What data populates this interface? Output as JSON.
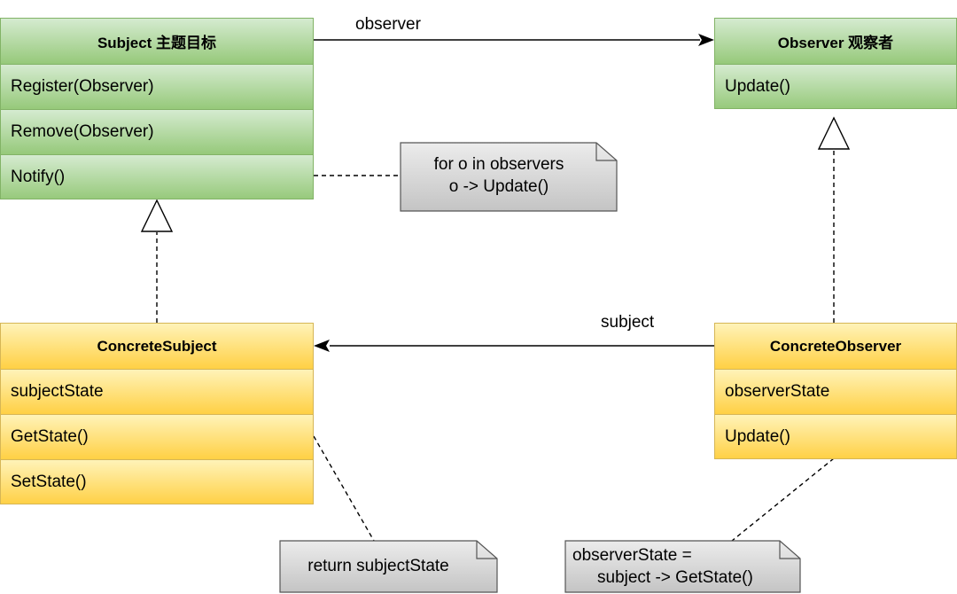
{
  "subject": {
    "title": "Subject 主题目标",
    "methods": [
      "Register(Observer)",
      "Remove(Observer)",
      "Notify()"
    ]
  },
  "observer": {
    "title": "Observer 观察者",
    "methods": [
      "Update()"
    ]
  },
  "concrete_subject": {
    "title": "ConcreteSubject",
    "members": [
      "subjectState",
      "GetState()",
      "SetState()"
    ]
  },
  "concrete_observer": {
    "title": "ConcreteObserver",
    "members": [
      "observerState",
      "Update()"
    ]
  },
  "edges": {
    "observer_label": "observer",
    "subject_label": "subject"
  },
  "notes": {
    "notify_line1": "for o in observers",
    "notify_line2": "o -> Update()",
    "getstate": "return subjectState",
    "update_line1": "observerState =",
    "update_line2": "subject -> GetState()"
  },
  "colors": {
    "green_fill": "#d5e8d4",
    "green_stroke": "#82b366",
    "yellow_fill": "#ffe6a0",
    "yellow_stroke": "#d6b656",
    "note_fill": "#dadada"
  }
}
